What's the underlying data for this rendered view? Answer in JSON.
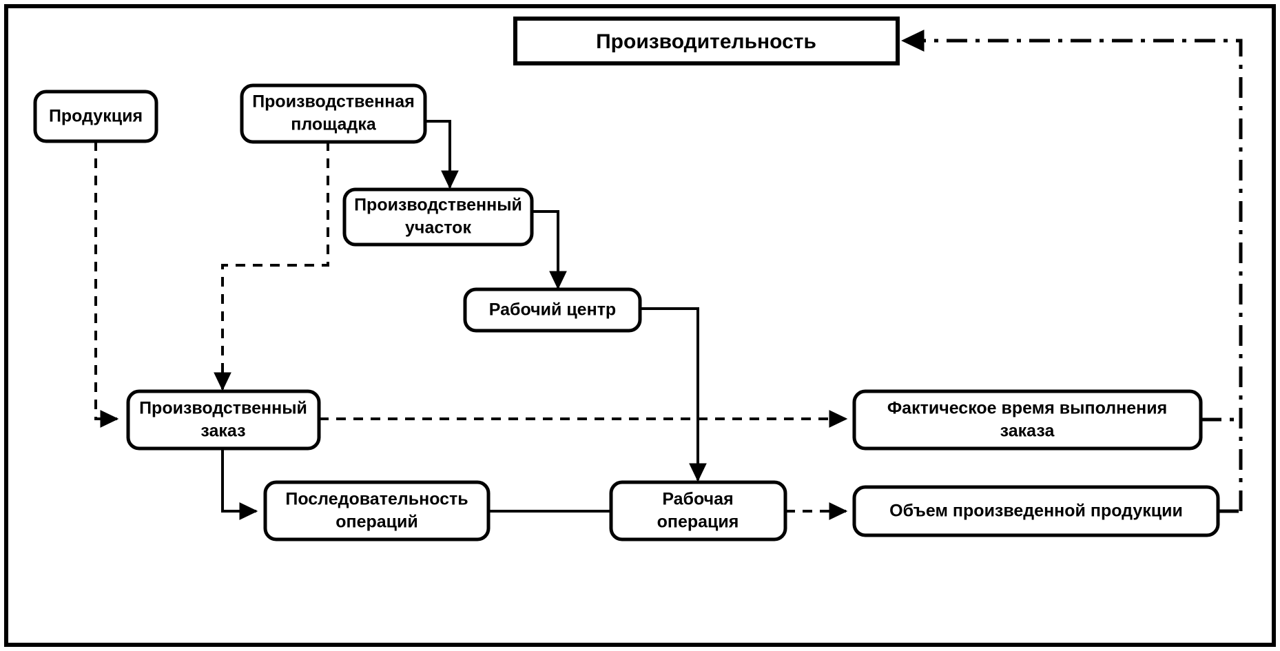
{
  "diagram": {
    "title": "Производительность",
    "frame": {
      "visible": true
    },
    "nodes": {
      "performance": {
        "label": "Производительность",
        "shape": "rect-sharp"
      },
      "product": {
        "label": "Продукция",
        "shape": "rounded"
      },
      "production_site_l1": {
        "label": "Производственная",
        "shape": "rounded"
      },
      "production_site_l2": {
        "label": "площадка",
        "shape": "rounded"
      },
      "production_area_l1": {
        "label": "Производственный",
        "shape": "rounded"
      },
      "production_area_l2": {
        "label": "участок",
        "shape": "rounded"
      },
      "work_center": {
        "label": "Рабочий центр",
        "shape": "rounded"
      },
      "production_order_l1": {
        "label": "Производственный",
        "shape": "rounded"
      },
      "production_order_l2": {
        "label": "заказ",
        "shape": "rounded"
      },
      "operation_sequence_l1": {
        "label": "Последовательность",
        "shape": "rounded"
      },
      "operation_sequence_l2": {
        "label": "операций",
        "shape": "rounded"
      },
      "work_operation_l1": {
        "label": "Рабочая",
        "shape": "rounded"
      },
      "work_operation_l2": {
        "label": "операция",
        "shape": "rounded"
      },
      "actual_lead_time_l1": {
        "label": "Фактическое время выполнения",
        "shape": "rounded"
      },
      "actual_lead_time_l2": {
        "label": "заказа",
        "shape": "rounded"
      },
      "output_volume": {
        "label": "Объем произведенной продукции",
        "shape": "rounded"
      }
    },
    "edges": [
      {
        "id": "product-to-order",
        "from": "Продукция",
        "to": "Производственный заказ",
        "style": "dashed",
        "arrow": true
      },
      {
        "id": "site-to-area",
        "from": "Производственная площадка",
        "to": "Производственный участок",
        "style": "solid",
        "arrow": true
      },
      {
        "id": "site-to-order",
        "from": "Производственная площадка",
        "to": "Производственный заказ",
        "style": "dashed",
        "arrow": true
      },
      {
        "id": "area-to-center",
        "from": "Производственный участок",
        "to": "Рабочий центр",
        "style": "solid",
        "arrow": true
      },
      {
        "id": "center-to-operation",
        "from": "Рабочий центр",
        "to": "Рабочая операция",
        "style": "solid",
        "arrow": true
      },
      {
        "id": "order-to-leadtime",
        "from": "Производственный заказ",
        "to": "Фактическое время выполнения заказа",
        "style": "dashed",
        "arrow": true
      },
      {
        "id": "order-to-sequence",
        "from": "Производственный заказ",
        "to": "Последовательность операций",
        "style": "solid",
        "arrow": true
      },
      {
        "id": "sequence-to-operation",
        "from": "Последовательность операций",
        "to": "Рабочая операция",
        "style": "solid",
        "arrow": false
      },
      {
        "id": "operation-to-volume",
        "from": "Рабочая операция",
        "to": "Объем произведенной продукции",
        "style": "dashed",
        "arrow": true
      },
      {
        "id": "leadtime-to-performance",
        "from": "Фактическое время выполнения заказа",
        "to": "Производительность",
        "style": "dash-dot",
        "arrow": true
      },
      {
        "id": "volume-to-performance",
        "from": "Объем произведенной продукции",
        "to": "Производительность",
        "style": "dash-dot",
        "arrow": true
      }
    ],
    "colors": {
      "background": "#ffffff",
      "stroke": "#000000",
      "text": "#000000"
    }
  }
}
